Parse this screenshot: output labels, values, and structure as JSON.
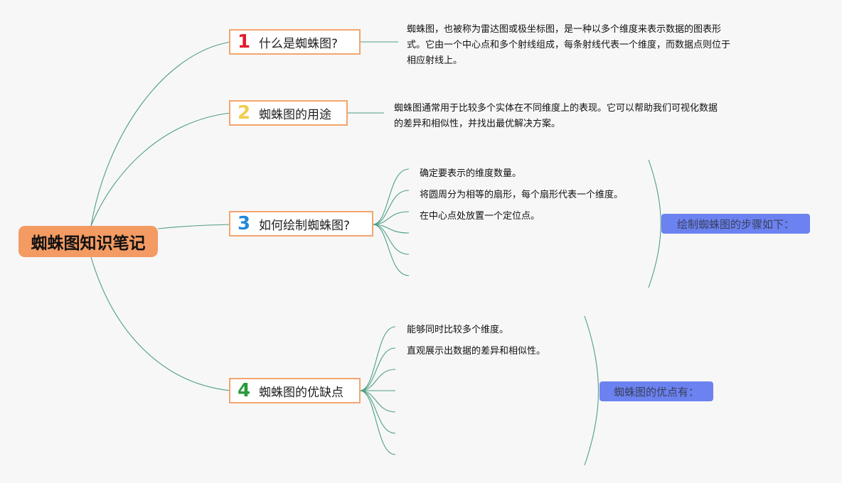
{
  "root": {
    "label": "蜘蛛图知识笔记"
  },
  "topics": [
    {
      "num": "1",
      "label": "什么是蜘蛛图?",
      "color": "#e11d2f"
    },
    {
      "num": "2",
      "label": "蜘蛛图的用途",
      "color": "#f2cd4b"
    },
    {
      "num": "3",
      "label": "如何绘制蜘蛛图?",
      "color": "#2488d8"
    },
    {
      "num": "4",
      "label": "蜘蛛图的优缺点",
      "color": "#2b9a3c"
    }
  ],
  "descriptions": {
    "t1": [
      "蜘蛛图，也被称为雷达图或极坐标图，是一种以多个维度来表示数据的图表形",
      "式。它由一个中心点和多个射线组成，每条射线代表一个维度，而数据点则位于",
      "相应射线上。"
    ],
    "t2": [
      "蜘蛛图通常用于比较多个实体在不同维度上的表现。它可以帮助我们可视化数据",
      "的差异和相似性，并找出最优解决方案。"
    ]
  },
  "steps": {
    "items": [
      "确定要表示的维度数量。",
      "将圆周分为相等的扇形，每个扇形代表一个维度。",
      "在中心点处放置一个定位点。"
    ],
    "summary": "绘制蜘蛛图的步骤如下："
  },
  "pros": {
    "items": [
      "能够同时比较多个维度。",
      "直观展示出数据的差异和相似性。"
    ],
    "summary": "蜘蛛图的优点有："
  },
  "colors": {
    "line": "#4f9e86",
    "root": "#f39b63",
    "topic_border": "#f3a56e",
    "summary_bg": "#6b82f0"
  }
}
